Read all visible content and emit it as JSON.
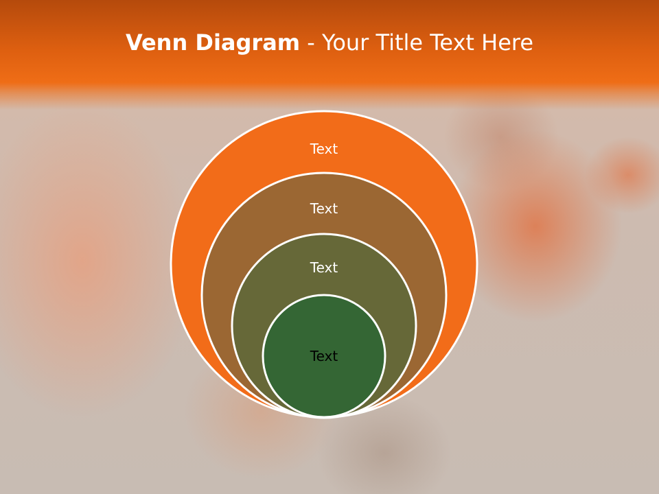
{
  "slide": {
    "title_bold": "Venn Diagram",
    "title_rest": " - Your Title Text Here"
  },
  "diagram": {
    "layers": [
      {
        "label": "Text",
        "fill": "#f26c19",
        "text_color": "#ffffff"
      },
      {
        "label": "Text",
        "fill": "#9b6733",
        "text_color": "#ffffff"
      },
      {
        "label": "Text",
        "fill": "#666838",
        "text_color": "#ffffff"
      },
      {
        "label": "Text",
        "fill": "#346634",
        "text_color": "#000000"
      }
    ],
    "stroke": "#ffffff"
  }
}
